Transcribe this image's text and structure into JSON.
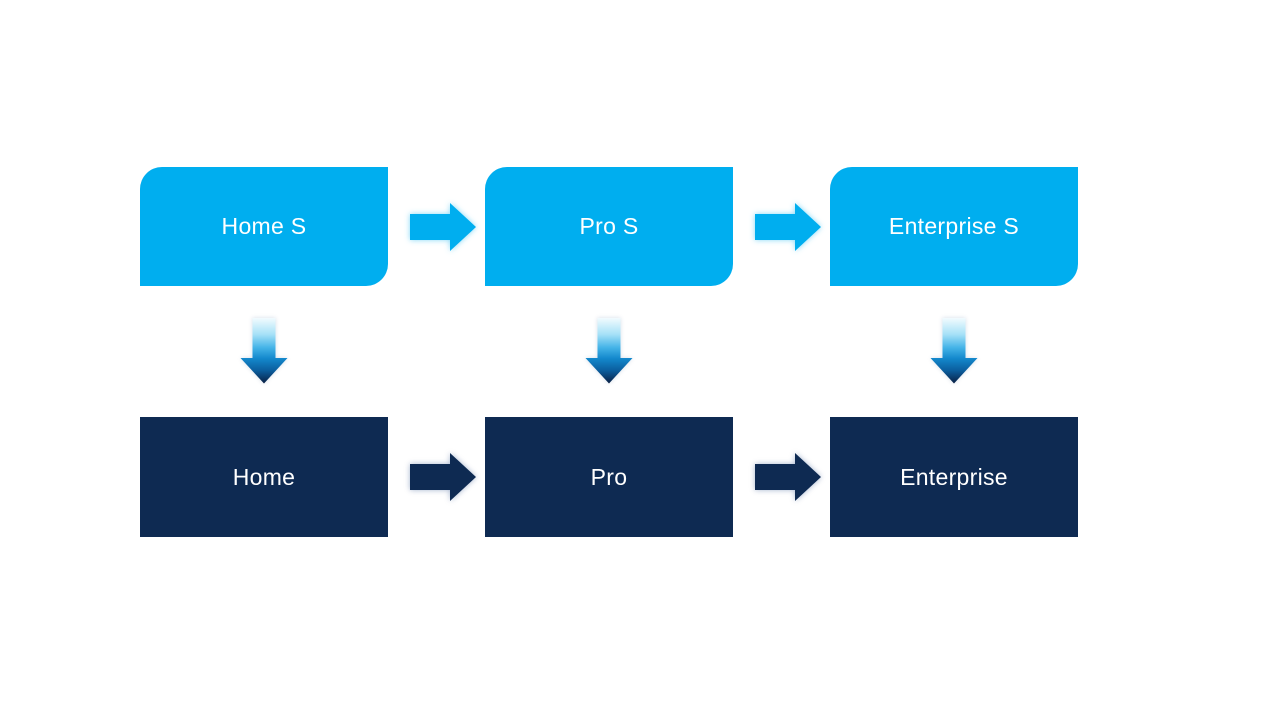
{
  "slide": {
    "background_color": "#FFFFFF",
    "colors": {
      "box_light_blue": "#00AEEF",
      "box_dark_navy": "#0E2A52",
      "box_text": "#FFFFFF",
      "down_arrow_gradient_top": "#F2FBFE",
      "down_arrow_gradient_mid": "#1388CC",
      "down_arrow_gradient_bottom": "#0A1F44"
    },
    "top_row": [
      {
        "label": "Home S"
      },
      {
        "label": "Pro S"
      },
      {
        "label": "Enterprise S"
      }
    ],
    "bottom_row": [
      {
        "label": "Home"
      },
      {
        "label": "Pro"
      },
      {
        "label": "Enterprise"
      }
    ]
  }
}
